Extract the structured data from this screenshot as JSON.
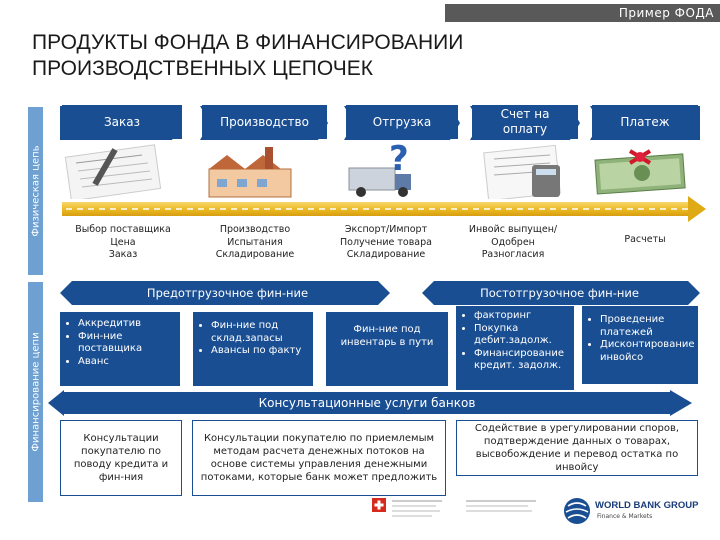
{
  "header": {
    "example_label": "Пример ФОДА"
  },
  "title": {
    "line1": "ПРОДУКТЫ ФОНДА В ФИНАНСИРОВАНИИ",
    "line2": "ПРОИЗВОДСТВЕННЫХ ЦЕПОЧЕК"
  },
  "side_labels": {
    "physical": "Физическая цепь",
    "financing": "Финансирование цепи"
  },
  "stages": [
    {
      "line1": "Заказ",
      "line2": ""
    },
    {
      "line1": "Производство",
      "line2": ""
    },
    {
      "line1": "Отгрузка",
      "line2": ""
    },
    {
      "line1": "Счет на",
      "line2": "оплату"
    },
    {
      "line1": "Платеж",
      "line2": ""
    }
  ],
  "stage_images": [
    "order-form-image",
    "factory-image",
    "truck-question-image",
    "invoice-calculator-image",
    "money-gift-image"
  ],
  "steps": [
    {
      "lines": [
        "Выбор поставщика",
        "Цена",
        "Заказ"
      ]
    },
    {
      "lines": [
        "Производство",
        "Испытания",
        "Складирование"
      ]
    },
    {
      "lines": [
        "Экспорт/Импорт",
        "Получение товара",
        "Складирование"
      ]
    },
    {
      "lines": [
        "Инвойс выпущен/",
        "Одобрен",
        "Разногласия"
      ]
    },
    {
      "lines": [
        "Расчеты"
      ]
    }
  ],
  "financing": {
    "pre_label": "Предотгрузочное фин-ние",
    "post_label": "Постотгрузочное фин-ние",
    "box1": [
      "Аккредитив",
      "Фин-ние поставщика",
      "Аванс"
    ],
    "box2": [
      "Фин-ние под склад.запасы",
      "Авансы по факту"
    ],
    "box3": "Фин-ние под инвентарь в пути",
    "box4": [
      "факторинг",
      "Покупка дебит.задолж.",
      "Финансирование кредит. задолж."
    ],
    "box5": [
      "Проведение платежей",
      "Дисконтирование инвойсо"
    ]
  },
  "advisory": {
    "bar_label": "Консультационные услуги банков",
    "box1": "Консультации покупателю по поводу кредита и фин-ния",
    "box2": "Консультации покупателю по приемлемым методам расчета денежных потоков на основе системы управления денежными потоками, которые банк может предложить",
    "box3": "Содействие в урегулировании споров, подтверждение данных о товарах, высвобождение и перевод остатка по инвойсу"
  },
  "footer": {
    "wb_title": "WORLD BANK GROUP",
    "wb_sub": "Finance & Markets"
  },
  "colors": {
    "primary_blue": "#1a4e92",
    "side_blue": "#6ea0d2",
    "arrow_yellow": "#e8b61e",
    "top_bar": "#595959"
  }
}
